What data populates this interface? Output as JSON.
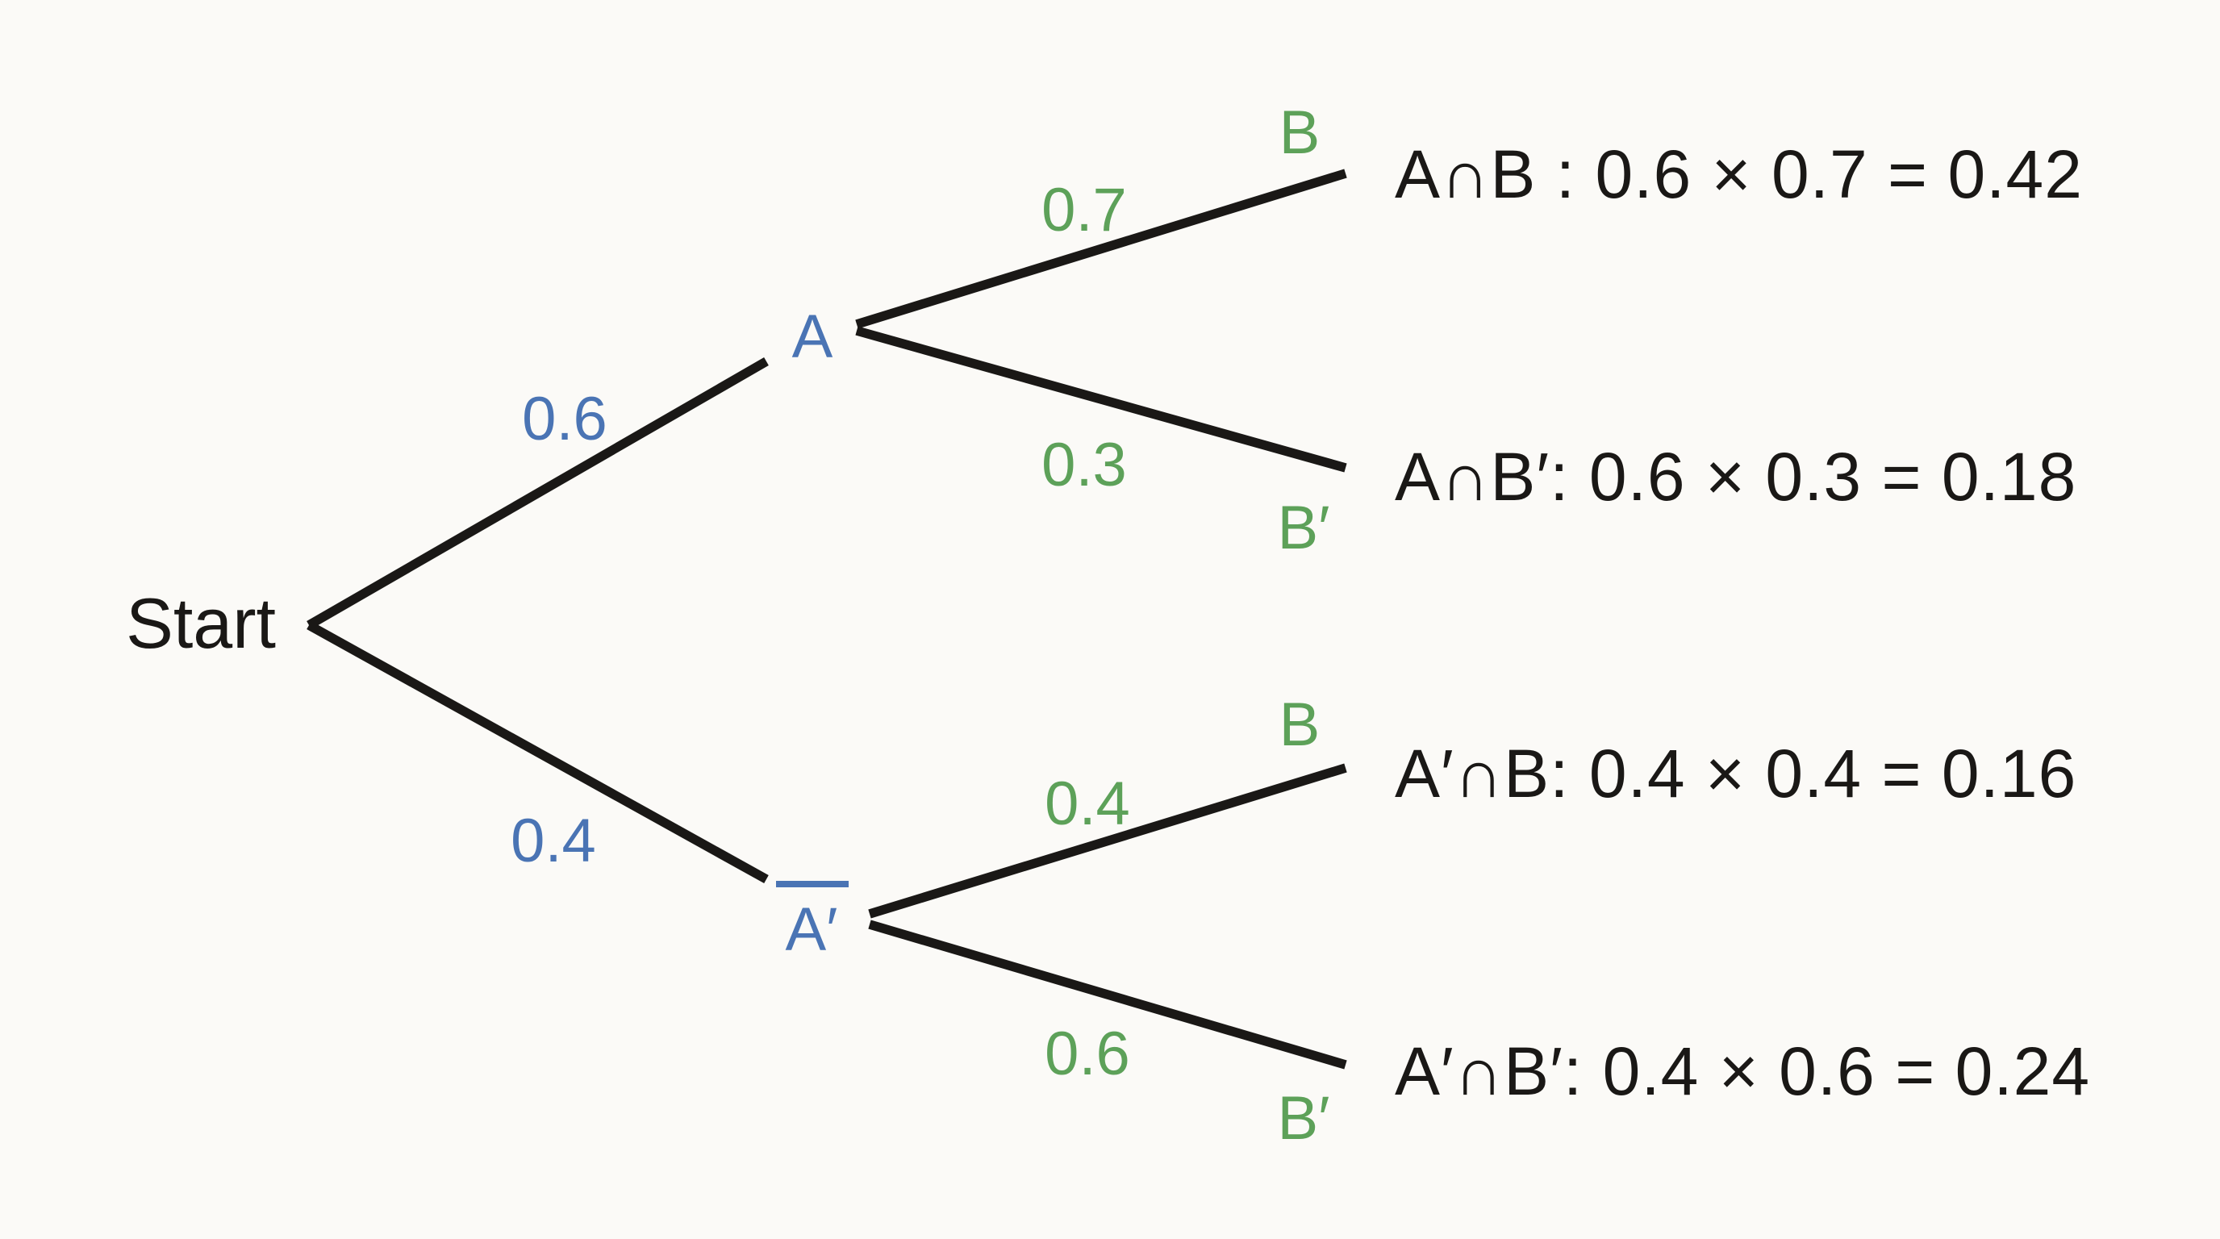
{
  "diagram": {
    "type": "probability-tree",
    "colors": {
      "background": "#fbfaf7",
      "line": "#1a1816",
      "text": "#1a1816",
      "blue_node": "#4a74b4",
      "green_node": "#5da159"
    },
    "root": {
      "label": "Start"
    },
    "level1": [
      {
        "probability": "0.6",
        "node": "A"
      },
      {
        "probability": "0.4",
        "node": "A′",
        "overbar": true
      }
    ],
    "level2": [
      {
        "from": "A",
        "probability": "0.7",
        "node": "B",
        "outcome": "A∩B : 0.6 × 0.7 = 0.42"
      },
      {
        "from": "A",
        "probability": "0.3",
        "node": "B′",
        "outcome": "A∩B′: 0.6 × 0.3 = 0.18"
      },
      {
        "from": "A′",
        "probability": "0.4",
        "node": "B",
        "outcome": "A′∩B: 0.4 × 0.4 = 0.16"
      },
      {
        "from": "A′",
        "probability": "0.6",
        "node": "B′",
        "outcome": "A′∩B′: 0.4 × 0.6 = 0.24"
      }
    ]
  }
}
